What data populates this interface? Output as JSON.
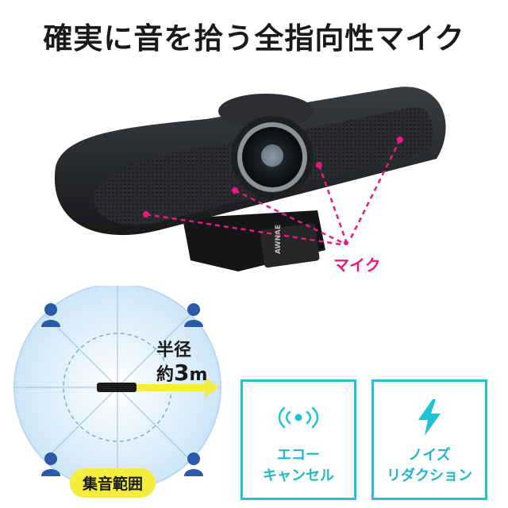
{
  "headline": "確実に音を拾う全指向性マイク",
  "product": {
    "brand_mark": "AWNAE"
  },
  "mic_callout": "マイク",
  "pickup": {
    "radius_line1": "半径",
    "radius_prefix": "約",
    "radius_value": "3",
    "radius_unit": "m",
    "badge": "集音範囲"
  },
  "features": [
    {
      "label": "エコー\nキャンセル",
      "icon": "echo-cancel-icon"
    },
    {
      "label": "ノイズ\nリダクション",
      "icon": "lightning-icon"
    }
  ],
  "colors": {
    "accent_pink": "#e8197a",
    "accent_cyan": "#20c3d6",
    "accent_yellow": "#f6ec3d",
    "circle_fill": "#e3f1fb",
    "person_blue": "#2a5aa8"
  }
}
